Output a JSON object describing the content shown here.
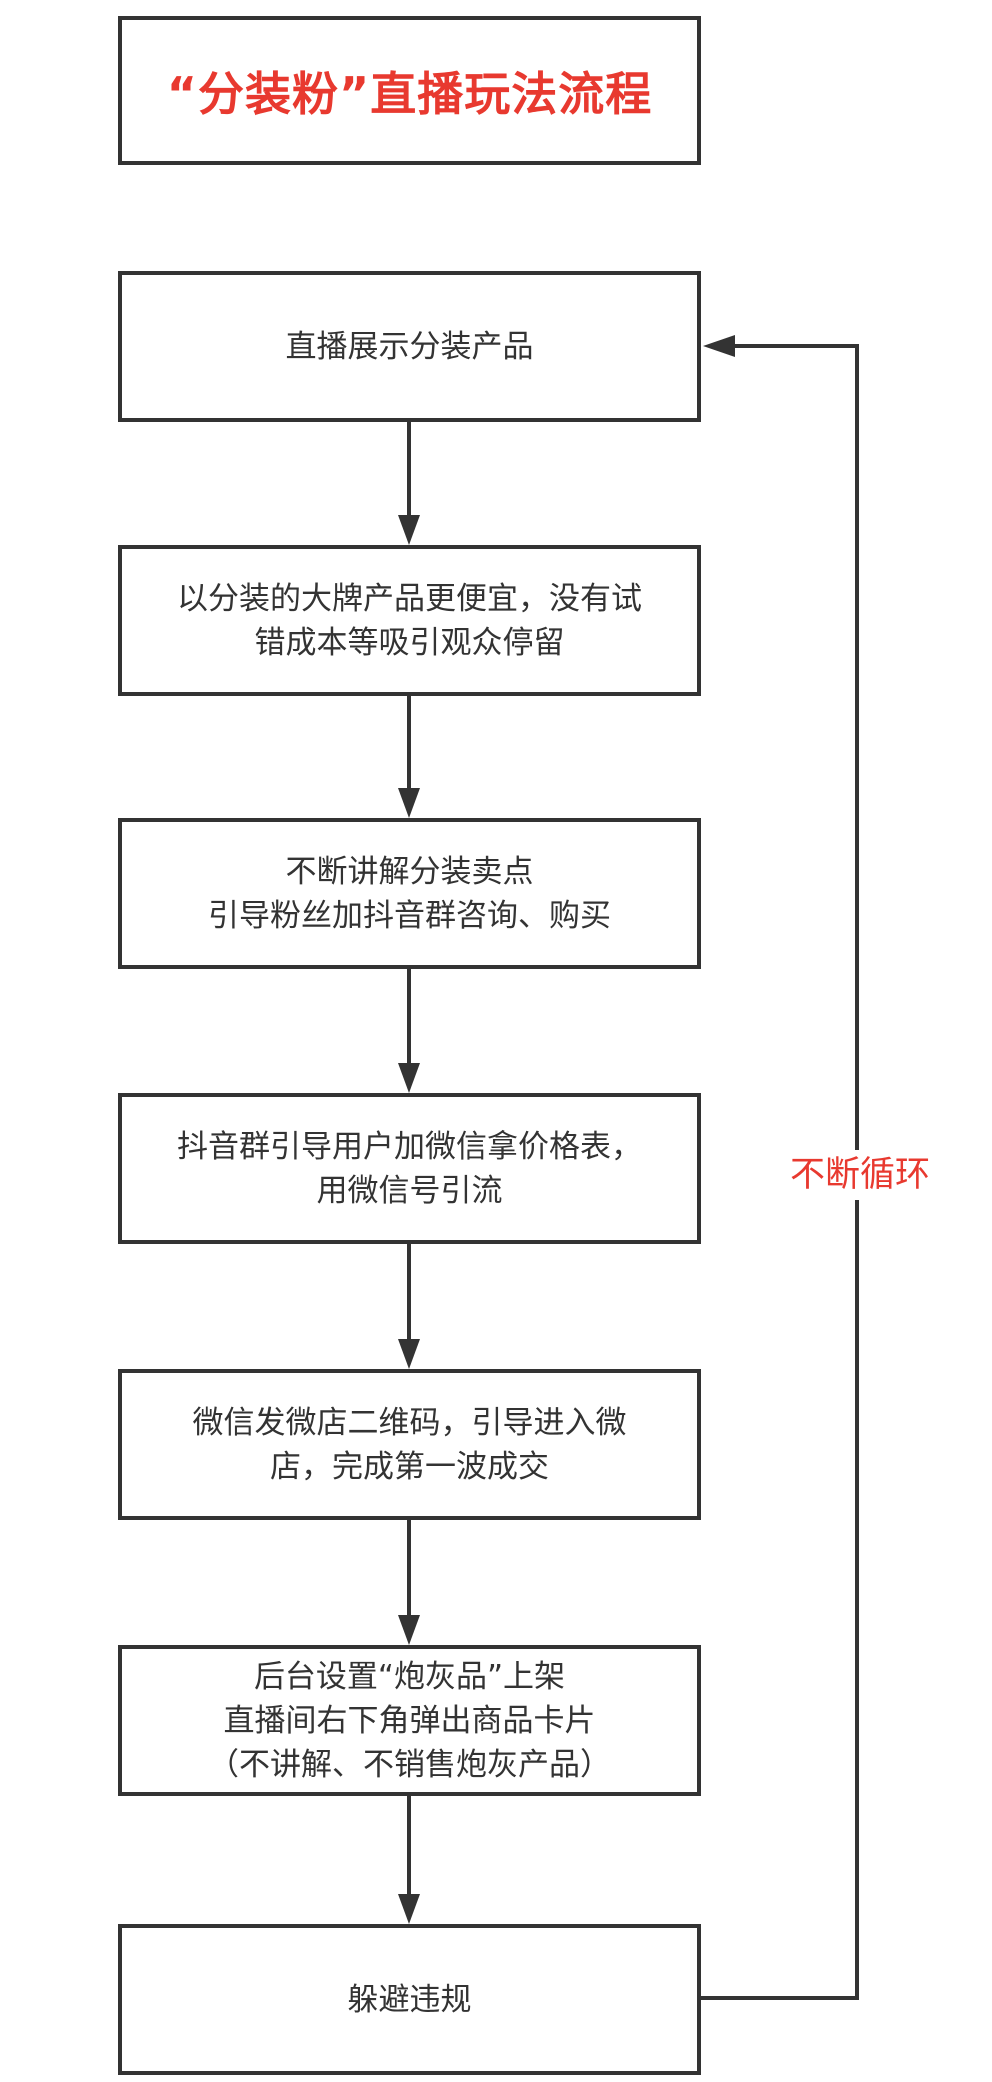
{
  "diagram": {
    "title": "“分装粉”直播玩法流程",
    "steps": [
      {
        "text": "直播展示分装产品"
      },
      {
        "text": "以分装的大牌产品更便宜，没有试\n错成本等吸引观众停留"
      },
      {
        "text": "不断讲解分装卖点\n引导粉丝加抖音群咨询、购买"
      },
      {
        "text": "抖音群引导用户加微信拿价格表，\n用微信号引流"
      },
      {
        "text": "微信发微店二维码，引导进入微\n店，完成第一波成交"
      },
      {
        "text": "后台设置“炮灰品”上架\n直播间右下角弹出商品卡片\n（不讲解、不销售炮灰产品）"
      },
      {
        "text": "躲避违规"
      }
    ],
    "loop_label": "不断循环",
    "colors": {
      "title": "#e8392f",
      "loop_label": "#e8392f",
      "stroke": "#333333",
      "text": "#333333"
    }
  }
}
